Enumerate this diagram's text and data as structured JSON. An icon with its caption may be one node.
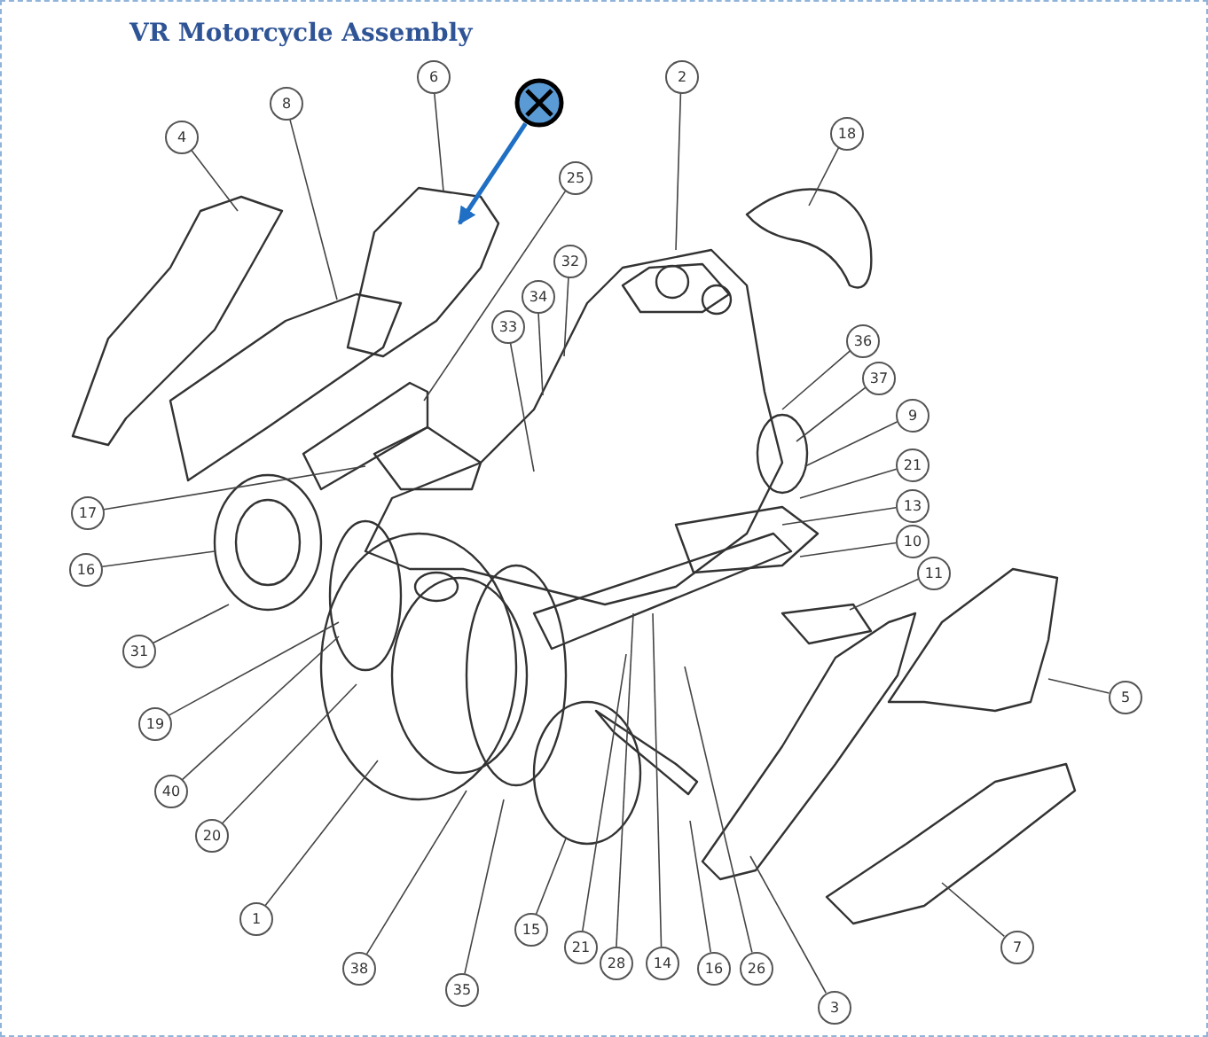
{
  "diagram": {
    "title": "VR Motorcycle Assembly",
    "nodes": [
      {
        "text": [
          "6"
        ]
      },
      {
        "text": [
          "2"
        ]
      },
      {
        "text": [],
        "shape": "circle"
      },
      {
        "text": [
          "8"
        ]
      },
      {
        "text": [
          "18"
        ]
      },
      {
        "text": [
          "4"
        ]
      },
      {
        "text": [
          "25"
        ]
      },
      {
        "text": [
          "32"
        ]
      },
      {
        "text": [
          "34"
        ]
      },
      {
        "text": [
          "33"
        ]
      },
      {
        "text": [
          "36"
        ]
      },
      {
        "text": [
          "37"
        ]
      },
      {
        "text": [
          "9"
        ]
      },
      {
        "text": [
          "21"
        ]
      },
      {
        "text": [
          "13"
        ]
      },
      {
        "text": [
          "17"
        ]
      },
      {
        "text": [
          "10"
        ]
      },
      {
        "text": [
          "16"
        ]
      },
      {
        "text": [
          "11"
        ]
      },
      {
        "text": [
          "31"
        ]
      },
      {
        "text": [
          "5"
        ]
      },
      {
        "text": [
          "19"
        ]
      },
      {
        "text": [
          "40"
        ]
      },
      {
        "text": [
          "20"
        ]
      },
      {
        "text": [
          "1"
        ]
      },
      {
        "text": [
          "15"
        ]
      },
      {
        "text": [
          "21"
        ]
      },
      {
        "text": [
          "7"
        ]
      },
      {
        "text": [
          "28"
        ]
      },
      {
        "text": [
          "14"
        ]
      },
      {
        "text": [
          "16"
        ]
      },
      {
        "text": [
          "26"
        ]
      },
      {
        "text": [
          "38"
        ]
      },
      {
        "text": [
          "35"
        ]
      },
      {
        "text": [
          "3"
        ]
      }
    ],
    "edges": [
      {
        "from": 0,
        "to": null,
        "arrow": "none"
      },
      {
        "from": 1,
        "to": null,
        "arrow": "none"
      },
      {
        "from": 2,
        "to": null,
        "arrow": "to",
        "style": "thick",
        "color": "#1f6fc4"
      },
      {
        "from": 3,
        "to": null,
        "arrow": "none"
      },
      {
        "from": 4,
        "to": null,
        "arrow": "none"
      },
      {
        "from": 5,
        "to": null,
        "arrow": "none"
      },
      {
        "from": 6,
        "to": null,
        "arrow": "none"
      },
      {
        "from": 7,
        "to": null,
        "arrow": "none"
      },
      {
        "from": 8,
        "to": null,
        "arrow": "none"
      },
      {
        "from": 9,
        "to": null,
        "arrow": "none"
      },
      {
        "from": 10,
        "to": null,
        "arrow": "none"
      },
      {
        "from": 11,
        "to": null,
        "arrow": "none"
      },
      {
        "from": 12,
        "to": null,
        "arrow": "none"
      },
      {
        "from": 13,
        "to": null,
        "arrow": "none"
      },
      {
        "from": 14,
        "to": null,
        "arrow": "none"
      },
      {
        "from": 15,
        "to": null,
        "arrow": "none"
      },
      {
        "from": 16,
        "to": null,
        "arrow": "none"
      },
      {
        "from": 17,
        "to": null,
        "arrow": "none"
      },
      {
        "from": 18,
        "to": null,
        "arrow": "none"
      },
      {
        "from": 19,
        "to": null,
        "arrow": "none"
      },
      {
        "from": 20,
        "to": null,
        "arrow": "none"
      },
      {
        "from": 21,
        "to": null,
        "arrow": "none"
      },
      {
        "from": 22,
        "to": null,
        "arrow": "none"
      },
      {
        "from": 23,
        "to": null,
        "arrow": "none"
      },
      {
        "from": 24,
        "to": null,
        "arrow": "none"
      },
      {
        "from": 25,
        "to": null,
        "arrow": "none"
      },
      {
        "from": 26,
        "to": null,
        "arrow": "none"
      },
      {
        "from": 27,
        "to": null,
        "arrow": "none"
      },
      {
        "from": 28,
        "to": null,
        "arrow": "none"
      },
      {
        "from": 29,
        "to": null,
        "arrow": "none"
      },
      {
        "from": 30,
        "to": null,
        "arrow": "none"
      },
      {
        "from": 31,
        "to": null,
        "arrow": "none"
      },
      {
        "from": 32,
        "to": null,
        "arrow": "none"
      },
      {
        "from": 33,
        "to": null,
        "arrow": "none"
      },
      {
        "from": 34,
        "to": null,
        "arrow": "none"
      }
    ]
  }
}
